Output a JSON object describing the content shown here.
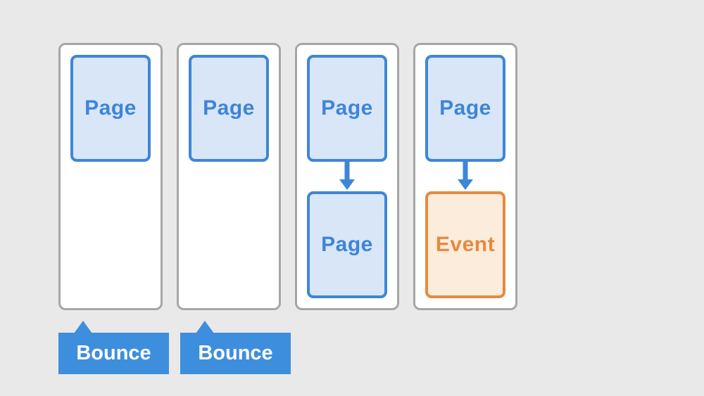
{
  "canvas": {
    "background": "#e9e9e9"
  },
  "colors": {
    "blue_accent": "#3e86d8",
    "blue_fill": "#d9e6f7",
    "orange_accent": "#e68a3e",
    "orange_fill": "#fbecdc",
    "callout_blue": "#3e8ede",
    "callout_text": "#ffffff",
    "column_border": "#a6a6a6",
    "column_fill": "#ffffff"
  },
  "icons": {
    "down_arrow": "down-arrow-icon",
    "callout_pointer": "callout-pointer-icon"
  },
  "sessions": [
    {
      "boxes": [
        {
          "label": "Page",
          "type": "page"
        }
      ],
      "callout": {
        "label": "Bounce"
      }
    },
    {
      "boxes": [
        {
          "label": "Page",
          "type": "page"
        }
      ],
      "callout": {
        "label": "Bounce"
      }
    },
    {
      "boxes": [
        {
          "label": "Page",
          "type": "page"
        },
        {
          "label": "Page",
          "type": "page"
        }
      ]
    },
    {
      "boxes": [
        {
          "label": "Page",
          "type": "page"
        },
        {
          "label": "Event",
          "type": "event"
        }
      ]
    }
  ]
}
